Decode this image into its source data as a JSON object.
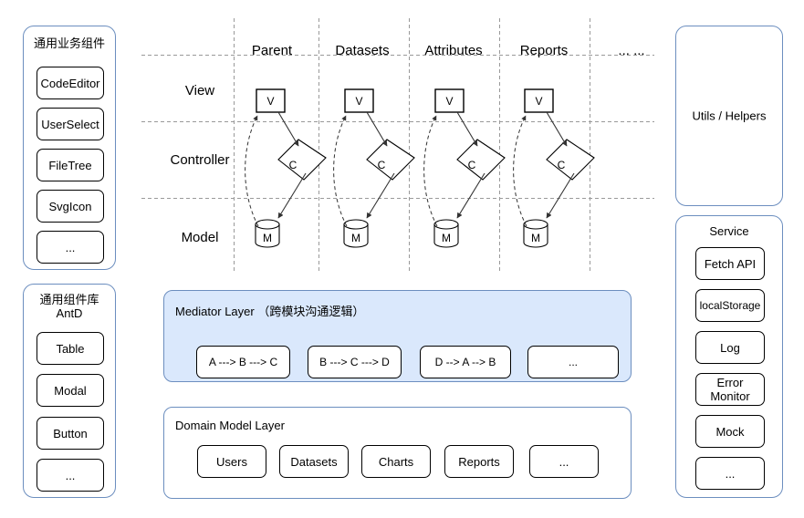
{
  "panels": {
    "business_components": {
      "title": "通用业务组件",
      "items": [
        "CodeEditor",
        "UserSelect",
        "FileTree",
        "SvgIcon",
        "..."
      ]
    },
    "component_library": {
      "title": "通用组件库\nAntD",
      "items": [
        "Table",
        "Modal",
        "Button",
        "..."
      ]
    },
    "utils": {
      "title": "Utils / Helpers"
    },
    "service": {
      "title": "Service",
      "items": [
        "Fetch API",
        "localStorage",
        "Log",
        "Error\nMonitor",
        "Mock",
        "..."
      ]
    }
  },
  "mvc_grid": {
    "columns": [
      "Parent",
      "Datasets",
      "Attributes",
      "Reports",
      "... ..."
    ],
    "rows": [
      "View",
      "Controller",
      "Model"
    ],
    "node_labels": {
      "view": "V",
      "controller": "C",
      "model": "M"
    },
    "columns_with_nodes": 4
  },
  "mediator_layer": {
    "title": "Mediator Layer （跨模块沟通逻辑）",
    "items": [
      "A ---> B ---> C",
      "B ---> C ---> D",
      "D --> A --> B",
      "..."
    ]
  },
  "domain_model_layer": {
    "title": "Domain Model Layer",
    "items": [
      "Users",
      "Datasets",
      "Charts",
      "Reports",
      "..."
    ]
  },
  "colors": {
    "panel_border": "#6c8ebf",
    "mediator_fill": "#dae8fc",
    "chip_border": "#000000",
    "grid_line": "#999999"
  }
}
